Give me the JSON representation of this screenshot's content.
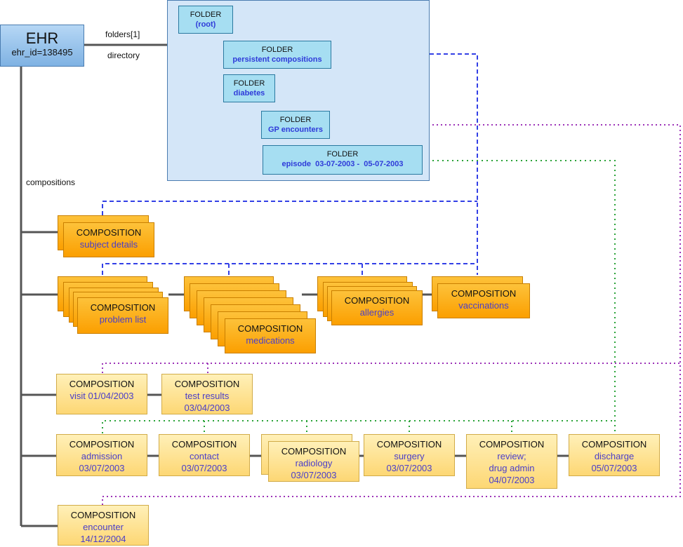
{
  "ehr": {
    "title": "EHR",
    "id_label": "ehr_id=138495"
  },
  "edges": {
    "folders": "folders[1]",
    "directory": "directory",
    "compositions": "compositions"
  },
  "folders": {
    "kind": "FOLDER",
    "root": "(root)",
    "persistent": "persistent compositions",
    "diabetes": "diabetes",
    "gp": "GP encounters",
    "episode": "episode  03-07-2003 -  05-07-2003"
  },
  "compositions": {
    "kind": "COMPOSITION",
    "subject_details": "subject details",
    "problem_list": "problem list",
    "medications": "medications",
    "allergies": "allergies",
    "vaccinations": "vaccinations",
    "visit": "visit 01/04/2003",
    "test_results": "test results\n03/04/2003",
    "admission": "admission\n03/07/2003",
    "contact": "contact\n03/07/2003",
    "radiology": "radiology\n03/07/2003",
    "surgery": "surgery\n03/07/2003",
    "review": "review;\ndrug admin\n04/07/2003",
    "discharge": "discharge\n05/07/2003",
    "encounter": "encounter\n14/12/2004"
  },
  "colors": {
    "persistent_fill": "#fb9f00",
    "event_fill": "#ffe39a",
    "folder_fill": "#a6def2",
    "directory_panel": "#d4e6f8",
    "ehr_fill": "#7fb2e3",
    "link_persistent": "#3340e6",
    "link_gp": "#9c32b8",
    "link_episode": "#2aa338",
    "label_text": "#4a3ec8"
  }
}
